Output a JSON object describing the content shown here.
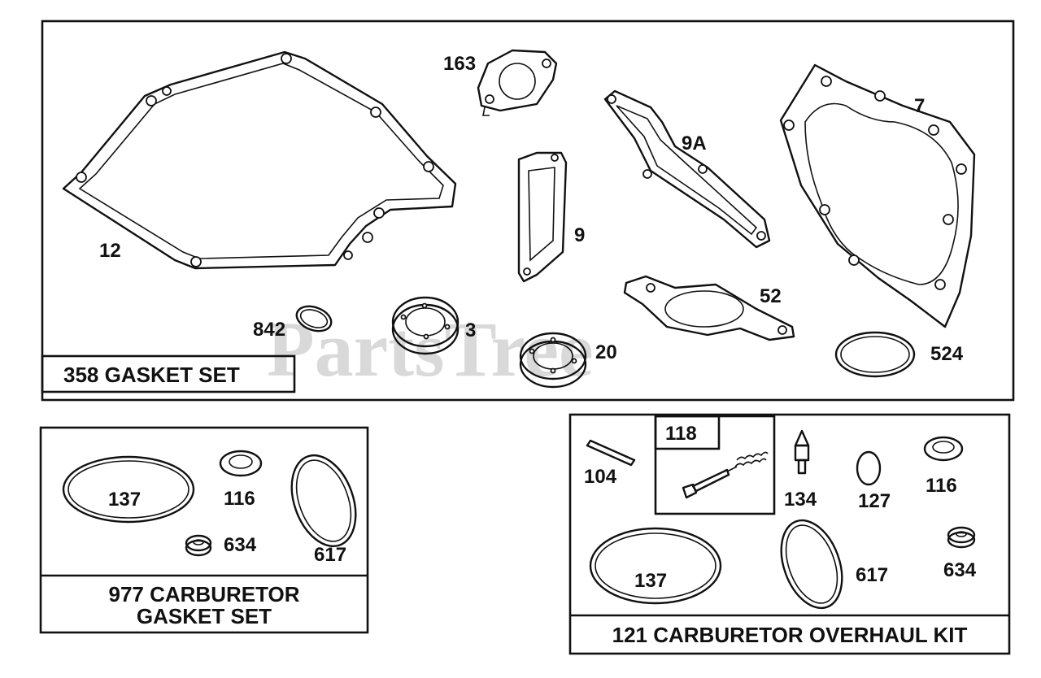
{
  "watermark": "PartsTree",
  "sets": {
    "gasket_set": {
      "title": "358 GASKET SET"
    },
    "carb_gasket_set": {
      "title_line1": "977 CARBURETOR",
      "title_line2": "GASKET SET"
    },
    "carb_overhaul_kit": {
      "title": "121 CARBURETOR OVERHAUL KIT",
      "sub_kit": "118"
    }
  },
  "callouts": {
    "p12": "12",
    "p163": "163",
    "p9": "9",
    "p9a": "9A",
    "p7": "7",
    "p52": "52",
    "p842": "842",
    "p3": "3",
    "p20": "20",
    "p524": "524",
    "c137": "137",
    "c116": "116",
    "c634": "634",
    "c617": "617",
    "k104": "104",
    "k134": "134",
    "k127": "127",
    "k116": "116",
    "k137": "137",
    "k617": "617",
    "k634": "634"
  }
}
